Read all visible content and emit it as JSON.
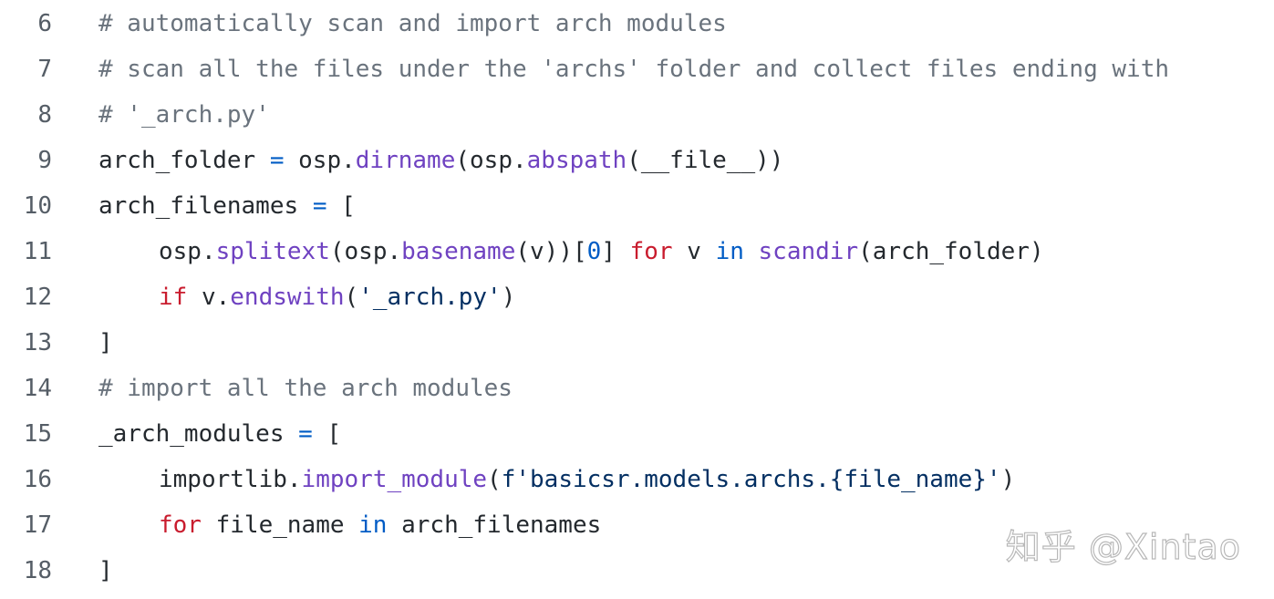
{
  "code": {
    "lines": [
      {
        "number": "6",
        "indent": 0,
        "tokens": [
          {
            "t": "# automatically scan and import arch modules",
            "k": "comment"
          }
        ]
      },
      {
        "number": "7",
        "indent": 0,
        "tokens": [
          {
            "t": "# scan all the files under the 'archs' folder and collect files ending with",
            "k": "comment"
          }
        ]
      },
      {
        "number": "8",
        "indent": 0,
        "tokens": [
          {
            "t": "# '_arch.py'",
            "k": "comment"
          }
        ]
      },
      {
        "number": "9",
        "indent": 0,
        "tokens": [
          {
            "t": "arch_folder ",
            "k": "plain"
          },
          {
            "t": "=",
            "k": "operator"
          },
          {
            "t": " osp.",
            "k": "plain"
          },
          {
            "t": "dirname",
            "k": "func"
          },
          {
            "t": "(osp.",
            "k": "plain"
          },
          {
            "t": "abspath",
            "k": "func"
          },
          {
            "t": "(__file__))",
            "k": "plain"
          }
        ]
      },
      {
        "number": "10",
        "indent": 0,
        "tokens": [
          {
            "t": "arch_filenames ",
            "k": "plain"
          },
          {
            "t": "=",
            "k": "operator"
          },
          {
            "t": " [",
            "k": "plain"
          }
        ]
      },
      {
        "number": "11",
        "indent": 1,
        "tokens": [
          {
            "t": "osp.",
            "k": "plain"
          },
          {
            "t": "splitext",
            "k": "func"
          },
          {
            "t": "(osp.",
            "k": "plain"
          },
          {
            "t": "basename",
            "k": "func"
          },
          {
            "t": "(v))[",
            "k": "plain"
          },
          {
            "t": "0",
            "k": "number"
          },
          {
            "t": "] ",
            "k": "plain"
          },
          {
            "t": "for",
            "k": "keyword"
          },
          {
            "t": " v ",
            "k": "plain"
          },
          {
            "t": "in",
            "k": "builtin"
          },
          {
            "t": " ",
            "k": "plain"
          },
          {
            "t": "scandir",
            "k": "func"
          },
          {
            "t": "(arch_folder)",
            "k": "plain"
          }
        ]
      },
      {
        "number": "12",
        "indent": 1,
        "tokens": [
          {
            "t": "if",
            "k": "keyword"
          },
          {
            "t": " v.",
            "k": "plain"
          },
          {
            "t": "endswith",
            "k": "func"
          },
          {
            "t": "(",
            "k": "plain"
          },
          {
            "t": "'_arch.py'",
            "k": "string"
          },
          {
            "t": ")",
            "k": "plain"
          }
        ]
      },
      {
        "number": "13",
        "indent": 0,
        "tokens": [
          {
            "t": "]",
            "k": "plain"
          }
        ]
      },
      {
        "number": "14",
        "indent": 0,
        "tokens": [
          {
            "t": "# import all the arch modules",
            "k": "comment"
          }
        ]
      },
      {
        "number": "15",
        "indent": 0,
        "tokens": [
          {
            "t": "_arch_modules ",
            "k": "plain"
          },
          {
            "t": "=",
            "k": "operator"
          },
          {
            "t": " [",
            "k": "plain"
          }
        ]
      },
      {
        "number": "16",
        "indent": 1,
        "tokens": [
          {
            "t": "importlib.",
            "k": "plain"
          },
          {
            "t": "import_module",
            "k": "func"
          },
          {
            "t": "(",
            "k": "plain"
          },
          {
            "t": "f'basicsr.models.archs.{file_name}'",
            "k": "string"
          },
          {
            "t": ")",
            "k": "plain"
          }
        ]
      },
      {
        "number": "17",
        "indent": 1,
        "tokens": [
          {
            "t": "for",
            "k": "keyword"
          },
          {
            "t": " file_name ",
            "k": "plain"
          },
          {
            "t": "in",
            "k": "builtin"
          },
          {
            "t": " arch_filenames",
            "k": "plain"
          }
        ]
      },
      {
        "number": "18",
        "indent": 0,
        "tokens": [
          {
            "t": "]",
            "k": "plain"
          }
        ]
      }
    ]
  },
  "watermark": {
    "text": "知乎 @Xintao"
  },
  "colors": {
    "background": "#ffffff",
    "line_number": "#555d66",
    "comment": "#6a737d",
    "keyword": "#c91c2e",
    "operator": "#005cc5",
    "function": "#6f42c1",
    "string": "#032f62",
    "plain": "#24292e"
  }
}
